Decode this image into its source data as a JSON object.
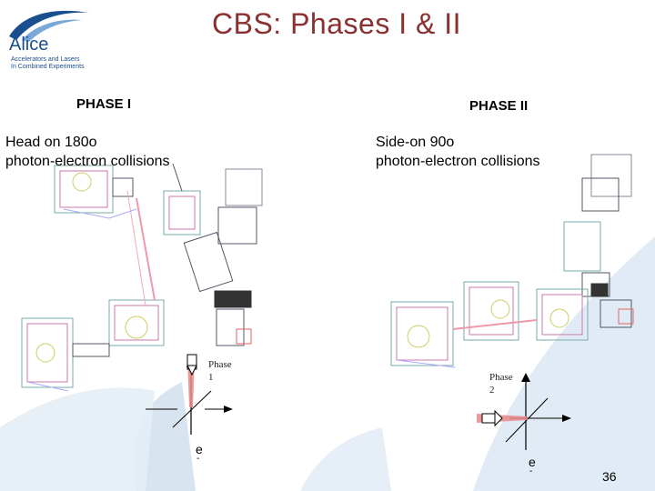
{
  "slide": {
    "title": "CBS: Phases I & II",
    "page_number": "36"
  },
  "logo": {
    "name": "Alice",
    "line1": "Accelerators and Lasers",
    "line2": "In Combined Experiments"
  },
  "phase1": {
    "heading": "PHASE I",
    "desc_line1": "Head on 180o",
    "desc_line2": "photon-electron collisions",
    "diagram_label_line1": "Phase",
    "diagram_label_line2": "1",
    "electron_label": "e",
    "electron_sup": "-"
  },
  "phase2": {
    "heading": "PHASE II",
    "desc_line1": "Side-on 90o",
    "desc_line2": "photon-electron collisions",
    "diagram_label_line1": "Phase",
    "diagram_label_line2": "2",
    "electron_label": "e",
    "electron_sup": "-"
  }
}
